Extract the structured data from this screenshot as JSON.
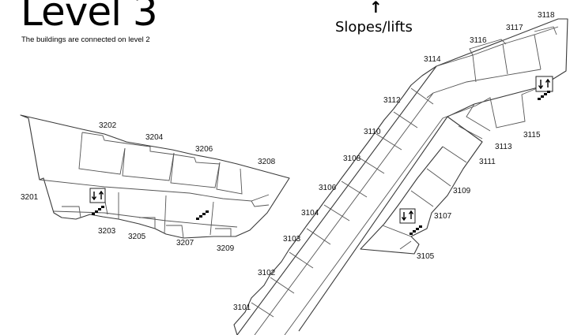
{
  "header": {
    "title": "Level 3",
    "subtitle": "The buildings are connected on level 2",
    "slopes_label": "Slopes/lifts",
    "slopes_arrow": "↑"
  },
  "units_left": {
    "u3201": "3201",
    "u3202": "3202",
    "u3203": "3203",
    "u3204": "3204",
    "u3205": "3205",
    "u3206": "3206",
    "u3207": "3207",
    "u3208": "3208",
    "u3209": "3209"
  },
  "units_right": {
    "u3101": "3101",
    "u3102": "3102",
    "u3103": "3103",
    "u3104": "3104",
    "u3105": "3105",
    "u3106": "3106",
    "u3107": "3107",
    "u3108": "3108",
    "u3109": "3109",
    "u3110": "3110",
    "u3111": "3111",
    "u3112": "3112",
    "u3113": "3113",
    "u3114": "3114",
    "u3115": "3115",
    "u3116": "3116",
    "u3117": "3117",
    "u3118": "3118"
  },
  "icons": {
    "elevator": "elevator-icon",
    "stairs": "stairs-icon",
    "north_arrow": "arrow-up-icon"
  }
}
